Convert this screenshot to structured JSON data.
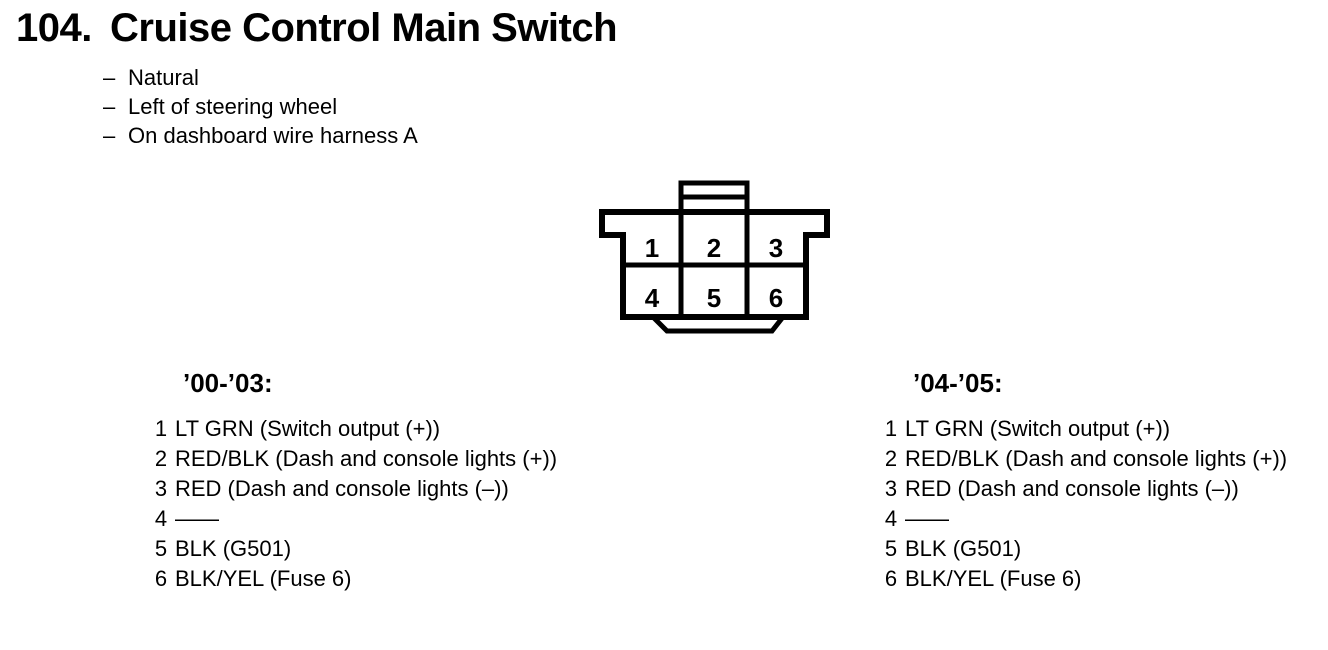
{
  "page": {
    "number_label": "104.",
    "title": "Cruise Control Main Switch",
    "bullet_char": "–",
    "notes": [
      "Natural",
      "Left of steering wheel",
      "On dashboard wire harness A"
    ]
  },
  "colors": {
    "text": "#000000",
    "background": "#ffffff",
    "diagram_stroke": "#000000"
  },
  "connector": {
    "description": "6-cavity connector face view, latch tab on top, keying rib on bottom",
    "pins": [
      "1",
      "2",
      "3",
      "4",
      "5",
      "6"
    ]
  },
  "sections": [
    {
      "year_range": "’00-’03:",
      "pins": [
        {
          "num": "1",
          "desc": "LT GRN (Switch output (+))"
        },
        {
          "num": "2",
          "desc": "RED/BLK (Dash and console lights (+))"
        },
        {
          "num": "3",
          "desc": "RED (Dash and console lights (–))"
        },
        {
          "num": "4",
          "desc": "——"
        },
        {
          "num": "5",
          "desc": "BLK (G501)"
        },
        {
          "num": "6",
          "desc": "BLK/YEL (Fuse 6)"
        }
      ]
    },
    {
      "year_range": "’04-’05:",
      "pins": [
        {
          "num": "1",
          "desc": "LT GRN (Switch output (+))"
        },
        {
          "num": "2",
          "desc": "RED/BLK (Dash and console lights (+))"
        },
        {
          "num": "3",
          "desc": "RED (Dash and console lights (–))"
        },
        {
          "num": "4",
          "desc": "——"
        },
        {
          "num": "5",
          "desc": "BLK (G501)"
        },
        {
          "num": "6",
          "desc": "BLK/YEL (Fuse 6)"
        }
      ]
    }
  ]
}
